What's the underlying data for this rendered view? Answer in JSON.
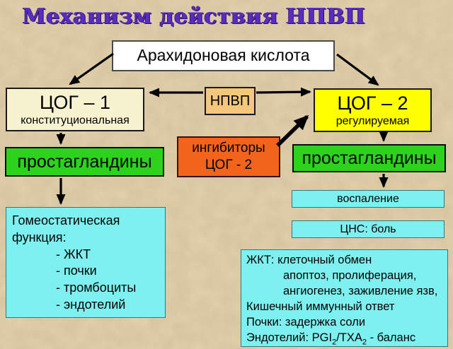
{
  "title": "Механизм действия НПВП",
  "colors": {
    "background": "#e9d6b2",
    "title_purple": "#5a2cc0",
    "box_white": "#ffffff",
    "box_cream": "#f7f3d0",
    "box_tan": "#f5c77c",
    "box_yellow": "#ffff00",
    "box_green": "#2cd21c",
    "box_orange": "#f2641c",
    "box_cyan": "#7df0ef",
    "arrow_black": "#000000"
  },
  "boxes": {
    "arachidonic": {
      "label": "Арахидоновая кислота"
    },
    "cog1": {
      "title": "ЦОГ – 1",
      "subtitle": "конституциональная"
    },
    "nsaid": {
      "label": "НПВП"
    },
    "cog2": {
      "title": "ЦОГ – 2",
      "subtitle": "регулируемая"
    },
    "prosta_left": {
      "label": "простагландины"
    },
    "inhibitors": {
      "line1": "ингибиторы",
      "line2": "ЦОГ - 2"
    },
    "prosta_right": {
      "label": "простагландины"
    },
    "inflammation": {
      "label": "воспаление"
    },
    "cns": {
      "label": "ЦНС: боль"
    },
    "homeostatic": {
      "line1": "Гомеостатическая",
      "line2": "функция:",
      "line3": "- ЖКТ",
      "line4": "- почки",
      "line5": "- тромбоциты",
      "line6": "- эндотелий"
    },
    "effects": {
      "line1": "ЖКТ: клеточный обмен",
      "line2": "апоптоз, пролиферация,",
      "line3": "ангиогенез, заживление язв,",
      "line4": "Кишечный иммунный ответ",
      "line5": "Почки: задержка соли",
      "line6": {
        "p1": "Эндотелий: PGI",
        "s1": "2",
        "p2": "/TXA",
        "s2": "2",
        "p3": " - баланс"
      }
    }
  }
}
